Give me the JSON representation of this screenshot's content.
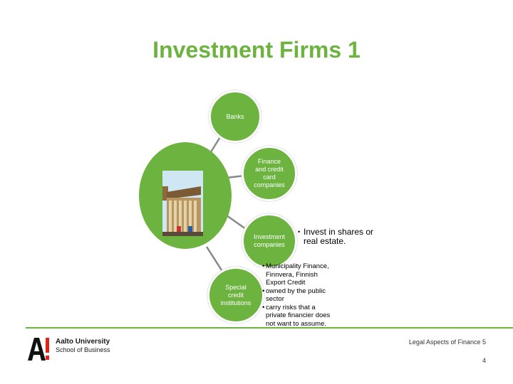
{
  "slide": {
    "title": "Investment Firms 1",
    "colors": {
      "accent": "#6cb33f",
      "connector": "#888888"
    }
  },
  "diagram": {
    "nodes": [
      {
        "id": "banks",
        "lines": [
          "Banks"
        ]
      },
      {
        "id": "finance",
        "lines": [
          "Finance",
          "and credit",
          "card",
          "companies"
        ]
      },
      {
        "id": "investment",
        "lines": [
          "Investment",
          "companies"
        ]
      },
      {
        "id": "special",
        "lines": [
          "Special",
          "credit",
          "institutions"
        ]
      }
    ],
    "investment_bullets": [
      [
        "Invest in shares or",
        "real estate."
      ]
    ],
    "special_bullets": [
      [
        "Municipality Finance,",
        "Finnvera, Finnish",
        "Export Credit"
      ],
      [
        "owned by the public",
        "sector"
      ],
      [
        "carry risks that a",
        "private financier does",
        "not want to assume."
      ]
    ],
    "bullet_char": "•"
  },
  "footer": {
    "university": "Aalto University",
    "school": "School of Business",
    "course": "Legal Aspects of Finance 5",
    "page_number": "4"
  }
}
